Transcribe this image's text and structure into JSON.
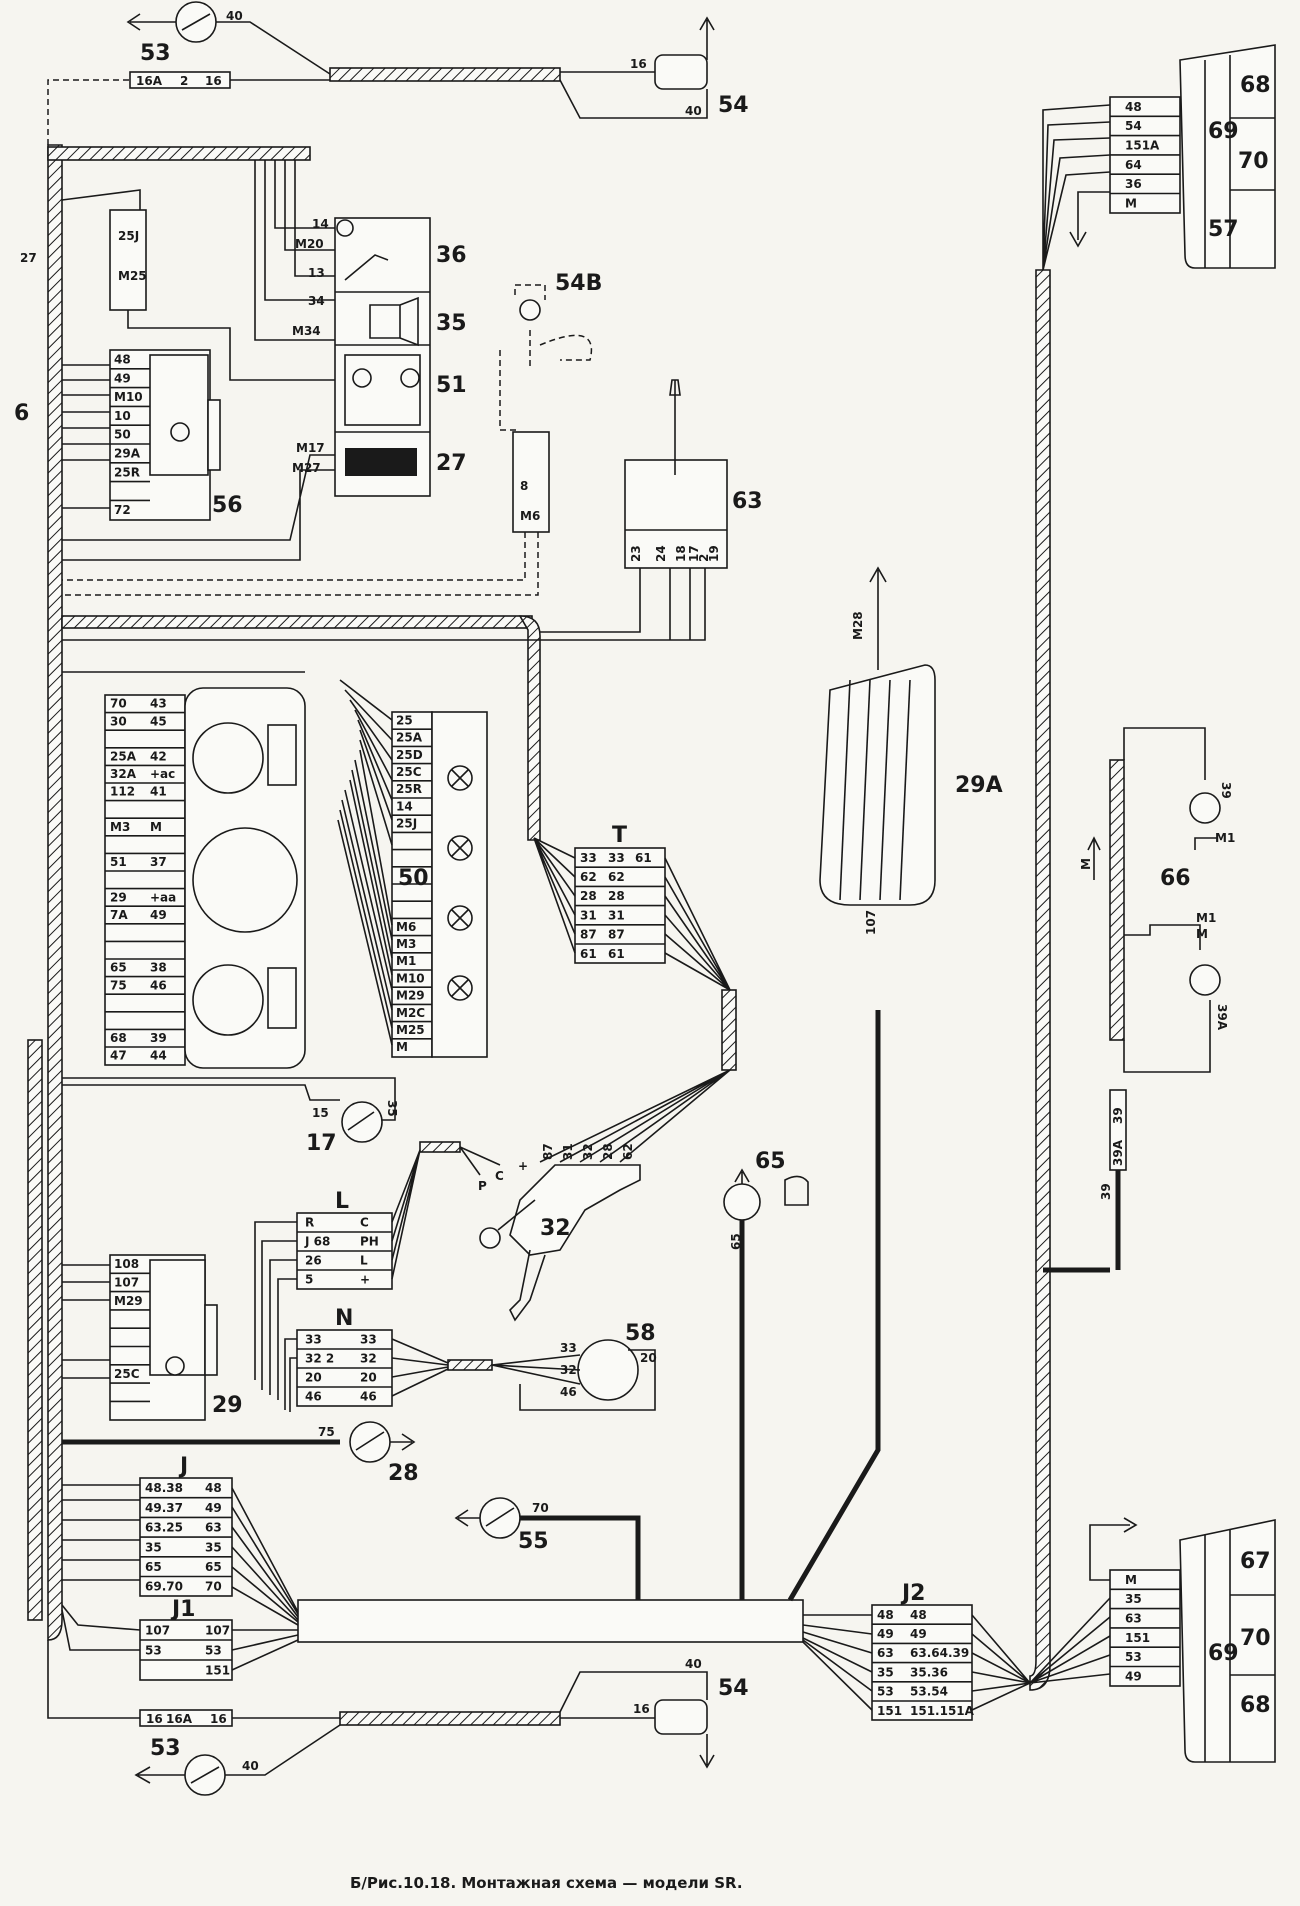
{
  "caption": "Б/Рис.10.18. Монтажная схема — модели SR.",
  "components": {
    "c53_top": "53",
    "c54_top": "54",
    "c36": "36",
    "c35": "35",
    "c54b": "54B",
    "c51": "51",
    "c27": "27",
    "c56": "56",
    "c63": "63",
    "c50": "50",
    "c29a": "29A",
    "c66": "66",
    "c17": "17",
    "c32": "32",
    "c65": "65",
    "c58": "58",
    "c29": "29",
    "c28": "28",
    "c55": "55",
    "c53_bot": "53",
    "c54_bot": "54",
    "c69_top": "69",
    "c68_top": "68",
    "c70_top": "70",
    "c57": "57",
    "c67": "67",
    "c70_bot": "70",
    "c69_bot": "69",
    "c68_bot": "68"
  },
  "connectors": {
    "T": "T",
    "L": "L",
    "N": "N",
    "J": "J",
    "J1": "J1",
    "J2": "J2"
  },
  "labels": {
    "top_strip": [
      "16A",
      "2",
      "16"
    ],
    "bot_strip": [
      "16",
      "16A",
      "16"
    ],
    "w53_top": "40",
    "w16_top": "16",
    "w40_top": "40",
    "w53_bot": "40",
    "w16_bot": "16",
    "w40_bot": "40",
    "w17a": "15",
    "w17b": "35",
    "w28": "75",
    "w55": "70",
    "w29a_top": "M28",
    "w29a_bot": "107",
    "w65": "65",
    "w66_top": "39",
    "w66_m1a": "M1",
    "w66_m": "M",
    "w66_m1b": "M1",
    "w66_mark": "M",
    "w66_39a": "39A",
    "w66_j1": "39",
    "w66_j2": "39A",
    "w66_bottom": "39",
    "side_27": "27",
    "side_6": "6",
    "c54b_pins": [
      "8",
      "M6"
    ],
    "c25j_pins": [
      "25J",
      "M25"
    ],
    "c36_pins": [
      "14",
      "M20",
      "13"
    ],
    "c35_pins": [
      "34",
      "M34"
    ],
    "c27_pins": [
      "M17",
      "M27"
    ],
    "c58_pins": [
      "33",
      "32",
      "46",
      "20"
    ],
    "c32_pins": [
      "87",
      "31",
      "32",
      "28",
      "62"
    ],
    "c32_contacts": [
      "P",
      "C",
      "+"
    ]
  },
  "tables": {
    "t69": [
      "48",
      "54",
      "151A",
      "64",
      "36",
      "M"
    ],
    "t69b": [
      "M",
      "35",
      "63",
      "151",
      "53",
      "49"
    ],
    "t56": [
      "48",
      "49",
      "M10",
      "10",
      "50",
      "29A",
      "25R",
      "",
      "72"
    ],
    "t63": [
      "23",
      "24",
      "18",
      "17",
      "2",
      "19"
    ],
    "t50_left": [
      [
        "70",
        "43"
      ],
      [
        "30",
        "45"
      ],
      [
        "",
        ""
      ],
      [
        "25A",
        "42"
      ],
      [
        "32A",
        "+ac"
      ],
      [
        "112",
        "41"
      ],
      [
        "",
        ""
      ],
      [
        "M3",
        "M"
      ],
      [
        "",
        ""
      ],
      [
        "51",
        "37"
      ],
      [
        "",
        ""
      ],
      [
        "29",
        "+aa"
      ],
      [
        "7A",
        "49"
      ],
      [
        "",
        ""
      ],
      [
        "",
        ""
      ],
      [
        "65",
        "38"
      ],
      [
        "75",
        "46"
      ],
      [
        "",
        ""
      ],
      [
        "",
        ""
      ],
      [
        "68",
        "39"
      ],
      [
        "47",
        "44"
      ]
    ],
    "t50_right": [
      "25",
      "25A",
      "25D",
      "25C",
      "25R",
      "14",
      "25J",
      "",
      "",
      "",
      "",
      "",
      "M6",
      "M3",
      "M1",
      "M10",
      "M29",
      "M2C",
      "M25",
      "M"
    ],
    "tT": [
      [
        "33",
        "33",
        "61"
      ],
      [
        "62",
        "62"
      ],
      [
        "28",
        "28"
      ],
      [
        "31",
        "31"
      ],
      [
        "87",
        "87"
      ],
      [
        "61",
        "61"
      ]
    ],
    "tL": [
      [
        "R",
        "C"
      ],
      [
        "J  68",
        "PH"
      ],
      [
        "26",
        "L"
      ],
      [
        "5",
        "+"
      ]
    ],
    "tN": [
      [
        "33",
        "33"
      ],
      [
        "32  2",
        "32"
      ],
      [
        "20",
        "20"
      ],
      [
        "46",
        "46"
      ]
    ],
    "t29": [
      "108",
      "107",
      "M29",
      "",
      "",
      "",
      "25C",
      "",
      ""
    ],
    "tJ": [
      [
        "48.38",
        "48"
      ],
      [
        "49.37",
        "49"
      ],
      [
        "63.25",
        "63"
      ],
      [
        "35",
        "35"
      ],
      [
        "65",
        "65"
      ],
      [
        "69.70",
        "70"
      ]
    ],
    "tJ1": [
      [
        "107",
        "107"
      ],
      [
        "53",
        "53"
      ],
      [
        "",
        "151"
      ]
    ],
    "tJ2": [
      [
        "48",
        "48"
      ],
      [
        "49",
        "49"
      ],
      [
        "63",
        "63.64.39"
      ],
      [
        "35",
        "35.36"
      ],
      [
        "53",
        "53.54"
      ],
      [
        "151",
        "151.151A"
      ]
    ]
  }
}
